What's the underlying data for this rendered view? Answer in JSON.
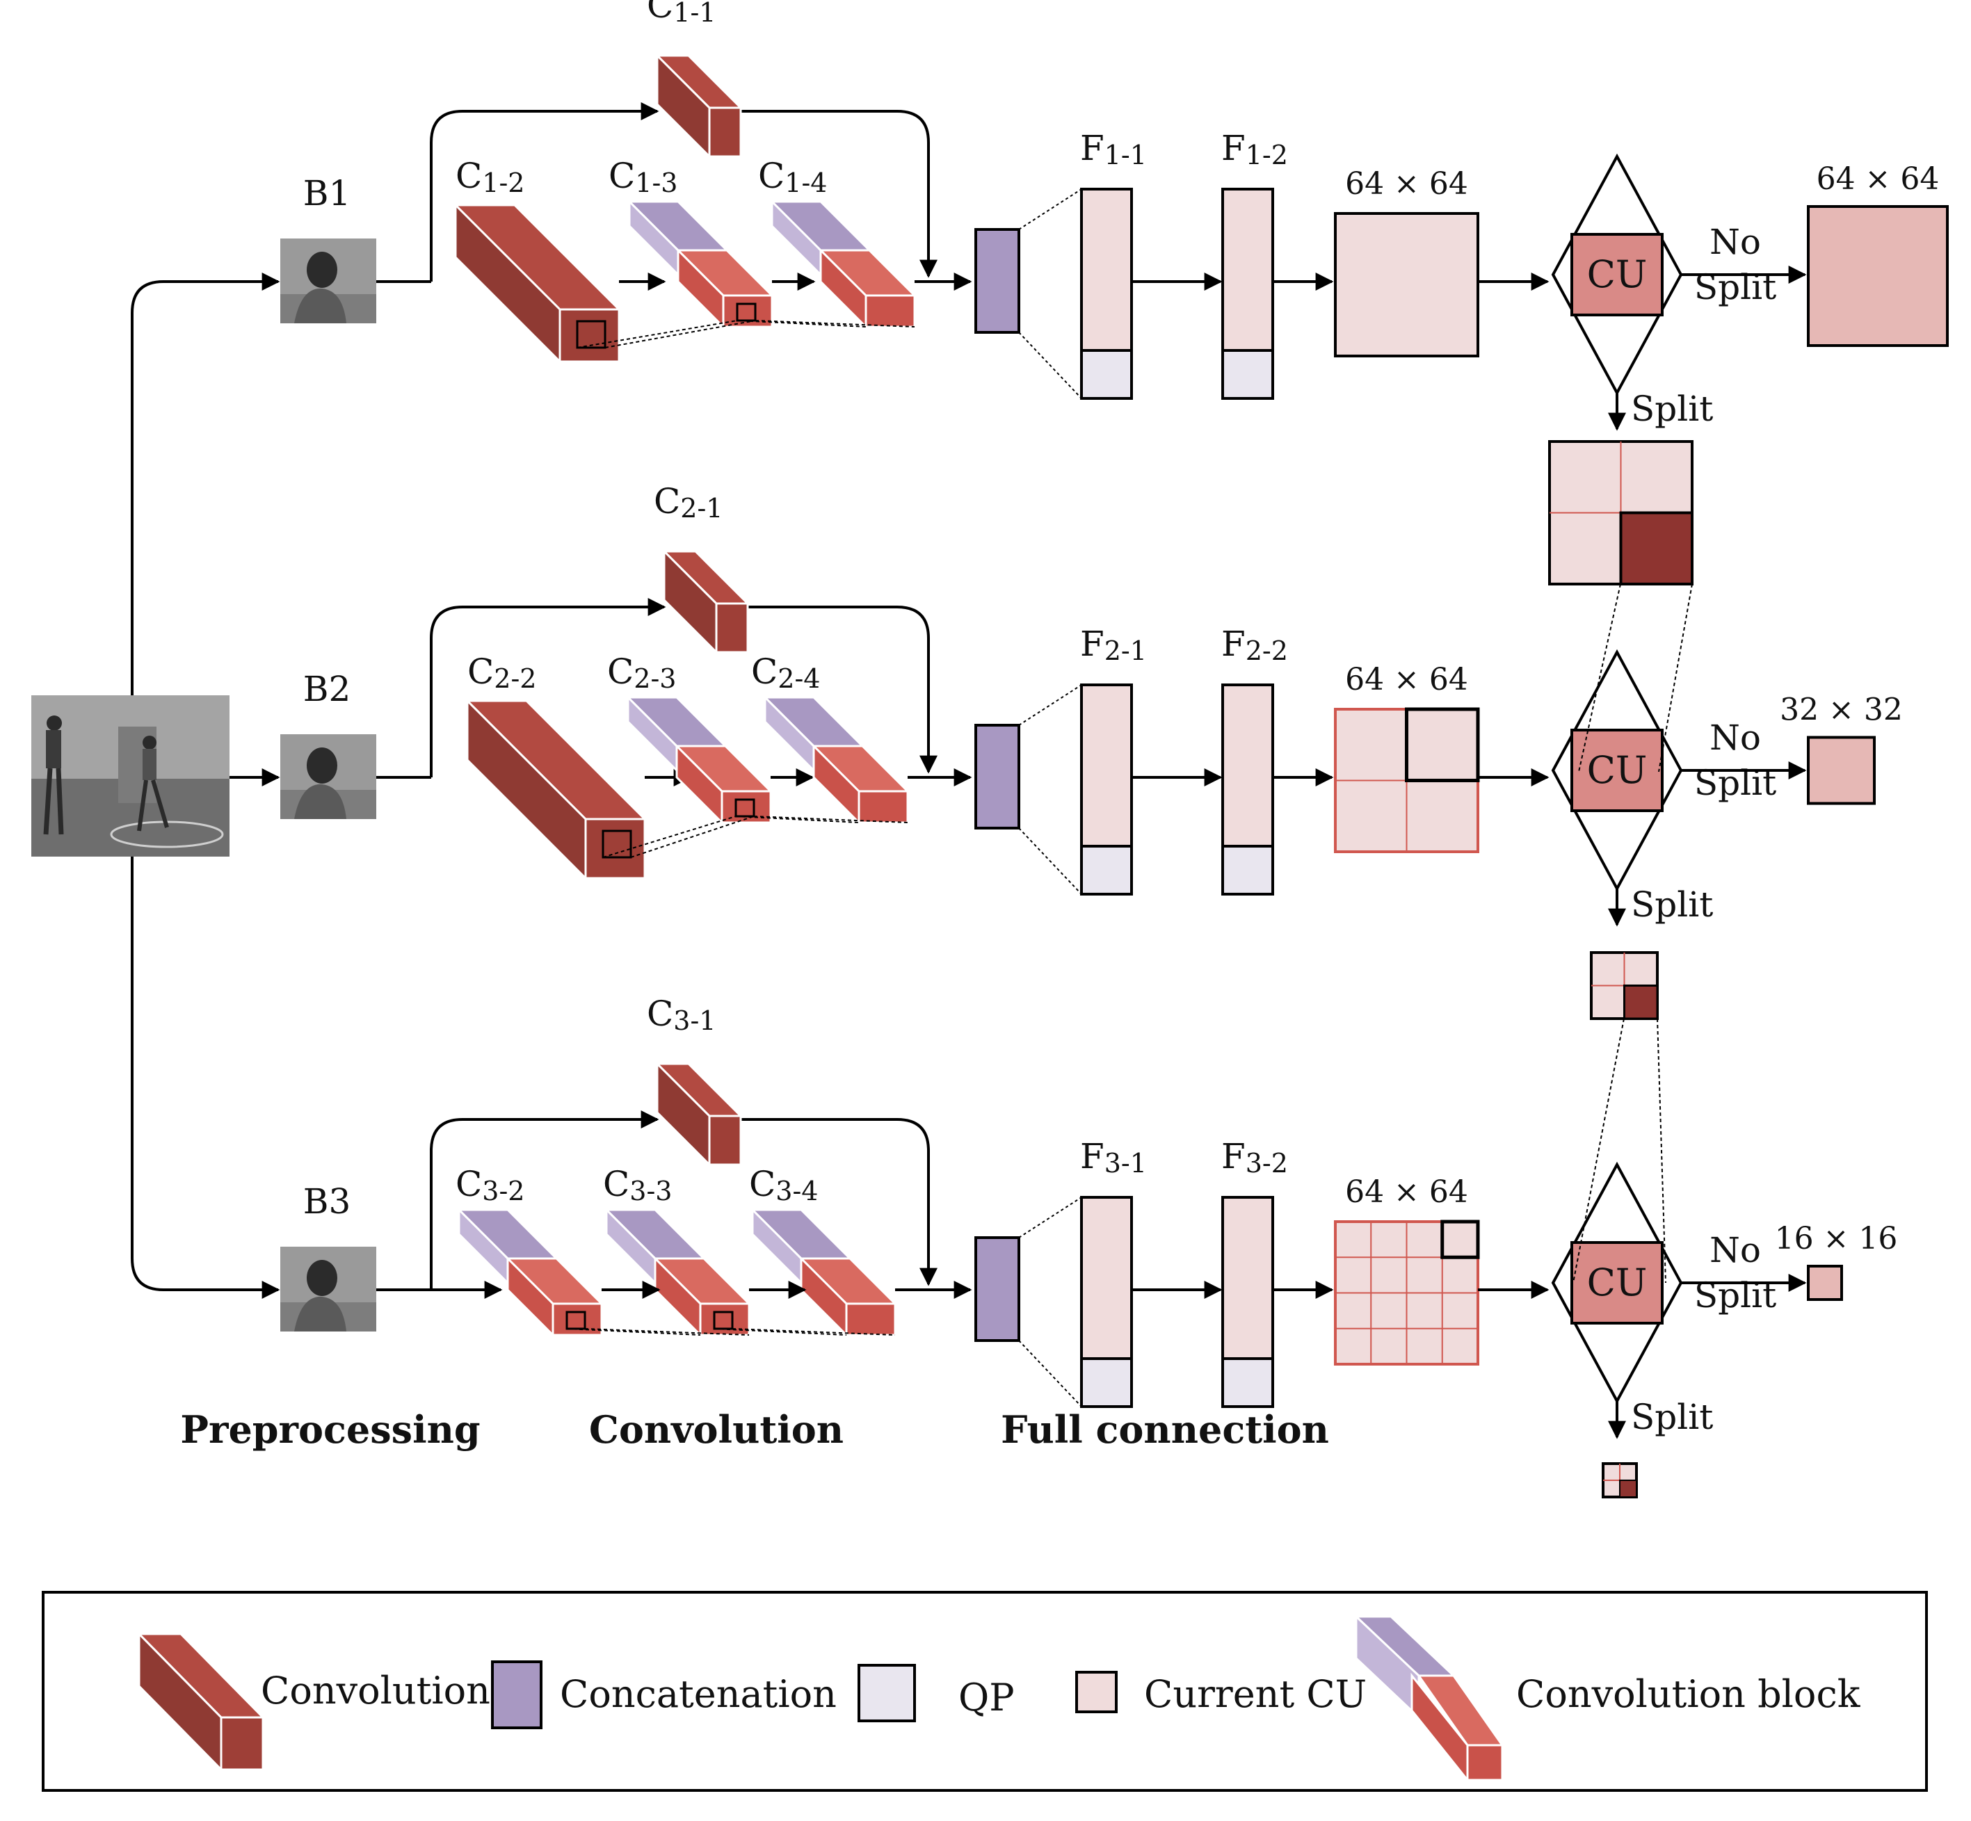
{
  "colors": {
    "conv_front": "#8f3a33",
    "conv_top": "#b24a41",
    "conv_side": "#9e3f37",
    "block_purple": "#a898c2",
    "block_red": "#c9524a",
    "concat": "#a898c2",
    "qp": "#e9e6ef",
    "current_cu": "#f0dcdc",
    "cu_dark": "#d98a87",
    "out_cu": "#e6b8b5",
    "grid_red": "#d0574f",
    "split_dark": "#8e3430"
  },
  "rows": [
    {
      "branch_label": "B1",
      "convs": [
        {
          "main": "C",
          "sub": "1-1"
        },
        {
          "main": "C",
          "sub": "1-2"
        },
        {
          "main": "C",
          "sub": "1-3"
        },
        {
          "main": "C",
          "sub": "1-4"
        }
      ],
      "fcs": [
        {
          "main": "F",
          "sub": "1-1"
        },
        {
          "main": "F",
          "sub": "1-2"
        }
      ],
      "cu_size": "64 × 64",
      "cu_label": "CU",
      "no_split": [
        "No",
        "Split"
      ],
      "out_size": "64 × 64",
      "split": "Split"
    },
    {
      "branch_label": "B2",
      "convs": [
        {
          "main": "C",
          "sub": "2-1"
        },
        {
          "main": "C",
          "sub": "2-2"
        },
        {
          "main": "C",
          "sub": "2-3"
        },
        {
          "main": "C",
          "sub": "2-4"
        }
      ],
      "fcs": [
        {
          "main": "F",
          "sub": "2-1"
        },
        {
          "main": "F",
          "sub": "2-2"
        }
      ],
      "cu_size": "64 × 64",
      "cu_label": "CU",
      "no_split": [
        "No",
        "Split"
      ],
      "out_size": "32 × 32",
      "split": "Split"
    },
    {
      "branch_label": "B3",
      "convs": [
        {
          "main": "C",
          "sub": "3-1"
        },
        {
          "main": "C",
          "sub": "3-2"
        },
        {
          "main": "C",
          "sub": "3-3"
        },
        {
          "main": "C",
          "sub": "3-4"
        }
      ],
      "fcs": [
        {
          "main": "F",
          "sub": "3-1"
        },
        {
          "main": "F",
          "sub": "3-2"
        }
      ],
      "cu_size": "64 × 64",
      "cu_label": "CU",
      "no_split": [
        "No",
        "Split"
      ],
      "out_size": "16 × 16",
      "split": "Split"
    }
  ],
  "sections": [
    "Preprocessing",
    "Convolution",
    "Full connection"
  ],
  "legend": {
    "convolution": "Convolution",
    "concatenation": "Concatenation",
    "qp": "QP",
    "current_cu": "Current CU",
    "convolution_block": "Convolution block"
  }
}
